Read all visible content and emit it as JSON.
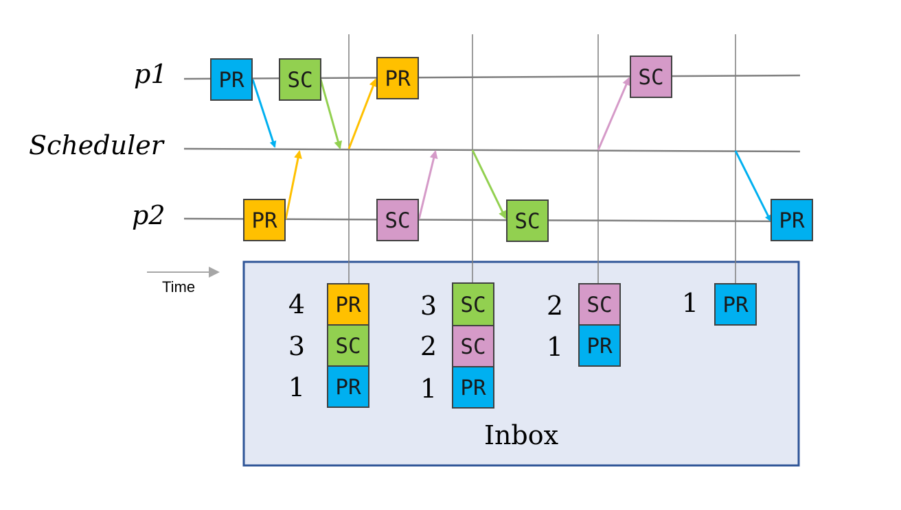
{
  "colors": {
    "PR_blue": "#00b0f0",
    "PR_orange": "#ffc000",
    "SC_green": "#92d050",
    "SC_pink": "#d59ac8",
    "line": "#7f7f7f",
    "inbox_fill": "#e3e8f4",
    "inbox_border": "#2f5597"
  },
  "lanes": {
    "p1": "p1",
    "scheduler": "Scheduler",
    "p2": "p2"
  },
  "time_label": "Time",
  "inbox_label": "Inbox",
  "messages": {
    "p1_pr_blue": "PR",
    "p1_sc_green": "SC",
    "p1_pr_orange": "PR",
    "p1_sc_pink": "SC",
    "p2_pr_orange": "PR",
    "p2_sc_pink": "SC",
    "p2_sc_green": "SC",
    "p2_pr_blue": "PR"
  },
  "inbox_stacks": [
    {
      "items": [
        {
          "num": "4",
          "label": "PR",
          "color": "orange"
        },
        {
          "num": "3",
          "label": "SC",
          "color": "green"
        },
        {
          "num": "1",
          "label": "PR",
          "color": "blue"
        }
      ]
    },
    {
      "items": [
        {
          "num": "3",
          "label": "SC",
          "color": "green"
        },
        {
          "num": "2",
          "label": "SC",
          "color": "pink"
        },
        {
          "num": "1",
          "label": "PR",
          "color": "blue"
        }
      ]
    },
    {
      "items": [
        {
          "num": "2",
          "label": "SC",
          "color": "pink"
        },
        {
          "num": "1",
          "label": "PR",
          "color": "blue"
        }
      ]
    },
    {
      "items": [
        {
          "num": "1",
          "label": "PR",
          "color": "blue"
        }
      ]
    }
  ]
}
